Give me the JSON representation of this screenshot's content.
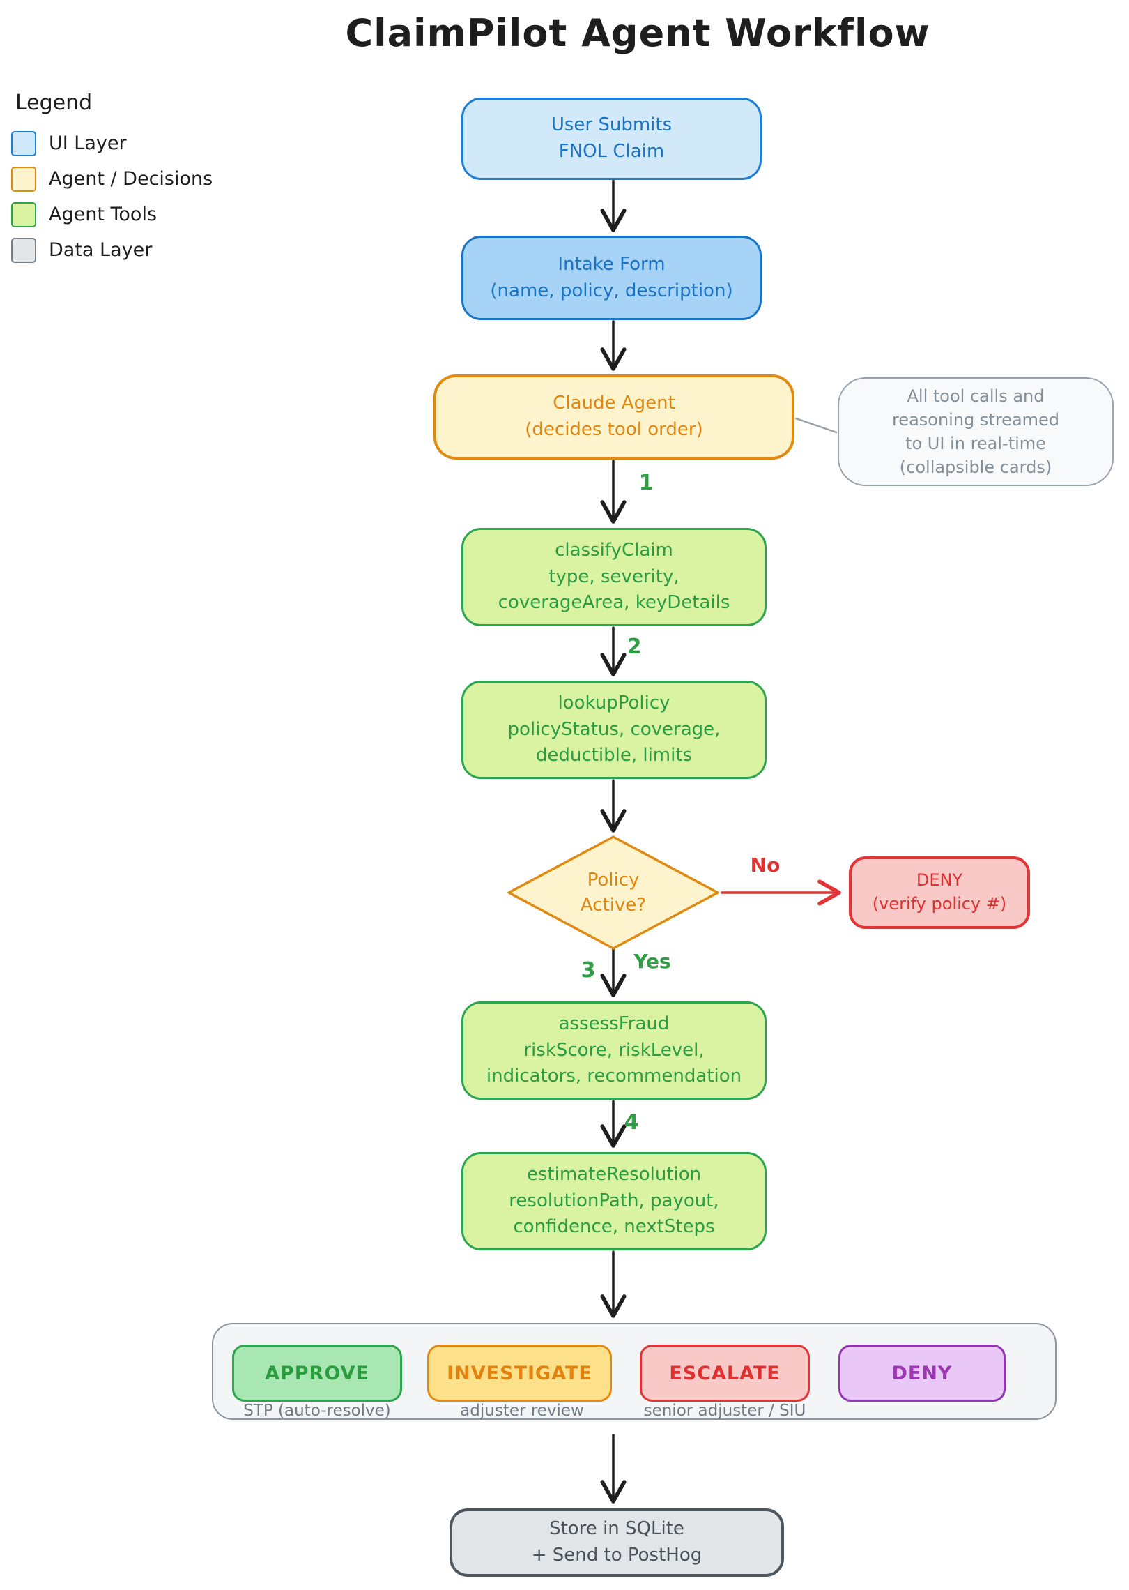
{
  "title": "ClaimPilot Agent Workflow",
  "legend": {
    "heading": "Legend",
    "items": [
      {
        "name": "ui-layer",
        "label": "UI Layer",
        "fill": "#cfe9fb",
        "border": "#1c7ed6"
      },
      {
        "name": "agent-decisions",
        "label": "Agent / Decisions",
        "fill": "#fdf3cd",
        "border": "#e2890f"
      },
      {
        "name": "agent-tools",
        "label": "Agent Tools",
        "fill": "#d9f3a2",
        "border": "#2da44e"
      },
      {
        "name": "data-layer",
        "label": "Data Layer",
        "fill": "#e4e7ea",
        "border": "#757d85"
      }
    ]
  },
  "nodes": {
    "user_submits": {
      "lines": [
        "User Submits",
        "FNOL Claim"
      ]
    },
    "intake_form": {
      "lines": [
        "Intake Form",
        "(name, policy, description)"
      ]
    },
    "claude_agent": {
      "lines": [
        "Claude Agent",
        "(decides tool order)"
      ]
    },
    "stream_note": {
      "lines": [
        "All tool calls and",
        "reasoning streamed",
        "to UI in real-time",
        "(collapsible cards)"
      ]
    },
    "classify_claim": {
      "lines": [
        "classifyClaim",
        "type, severity,",
        "coverageArea, keyDetails"
      ]
    },
    "lookup_policy": {
      "lines": [
        "lookupPolicy",
        "policyStatus, coverage,",
        "deductible, limits"
      ]
    },
    "policy_active": {
      "lines": [
        "Policy",
        "Active?"
      ]
    },
    "deny_verify": {
      "lines": [
        "DENY",
        "(verify policy #)"
      ]
    },
    "assess_fraud": {
      "lines": [
        "assessFraud",
        "riskScore, riskLevel,",
        "indicators, recommendation"
      ]
    },
    "estimate_resolution": {
      "lines": [
        "estimateResolution",
        "resolutionPath, payout,",
        "confidence, nextSteps"
      ]
    },
    "store": {
      "lines": [
        "Store in SQLite",
        "+ Send to PostHog"
      ]
    }
  },
  "outcomes": [
    {
      "label": "APPROVE",
      "caption": "STP (auto-resolve)"
    },
    {
      "label": "INVESTIGATE",
      "caption": "adjuster review"
    },
    {
      "label": "ESCALATE",
      "caption": "senior adjuster / SIU"
    },
    {
      "label": "DENY"
    }
  ],
  "edges": {
    "step_1": "1",
    "step_2": "2",
    "step_3": "3",
    "step_4": "4",
    "yes": "Yes",
    "no": "No"
  },
  "colors": {
    "ink": "#1e1e1e",
    "arrow": "#1e1e1e",
    "ui_fill": "#d2e9fa",
    "ui_fill_strong": "#a7d4f6",
    "ui_border": "#1c7ed6",
    "ui_border_strong": "#1974c8",
    "ui_text": "#1a73c5",
    "agent_fill": "#fdf3cd",
    "agent_border": "#e2890f",
    "agent_text": "#e0860f",
    "tool_fill": "#d9f3a2",
    "tool_border": "#2da44e",
    "tool_text": "#2b9c41",
    "note_fill": "#f7f9fa",
    "note_border": "#9aa3ab",
    "note_text": "#848f99",
    "deny_fill": "#f9c9c7",
    "deny_border": "#e23434",
    "deny_text": "#e03131",
    "approve_fill": "#a8e6b2",
    "investigate_fill": "#fce08a",
    "investigate_text": "#e2820f",
    "purple_fill": "#e9c7f7",
    "purple_border": "#9336b4",
    "purple_text": "#9c36b5",
    "container_fill": "#f3f5f7",
    "container_border": "#8d959d",
    "caption_text": "#6f7a84",
    "data_fill": "#e2e6e9",
    "data_border": "#4f575e",
    "data_text": "#49525a",
    "step_label": "#2f9e44",
    "no_label": "#e03131"
  }
}
